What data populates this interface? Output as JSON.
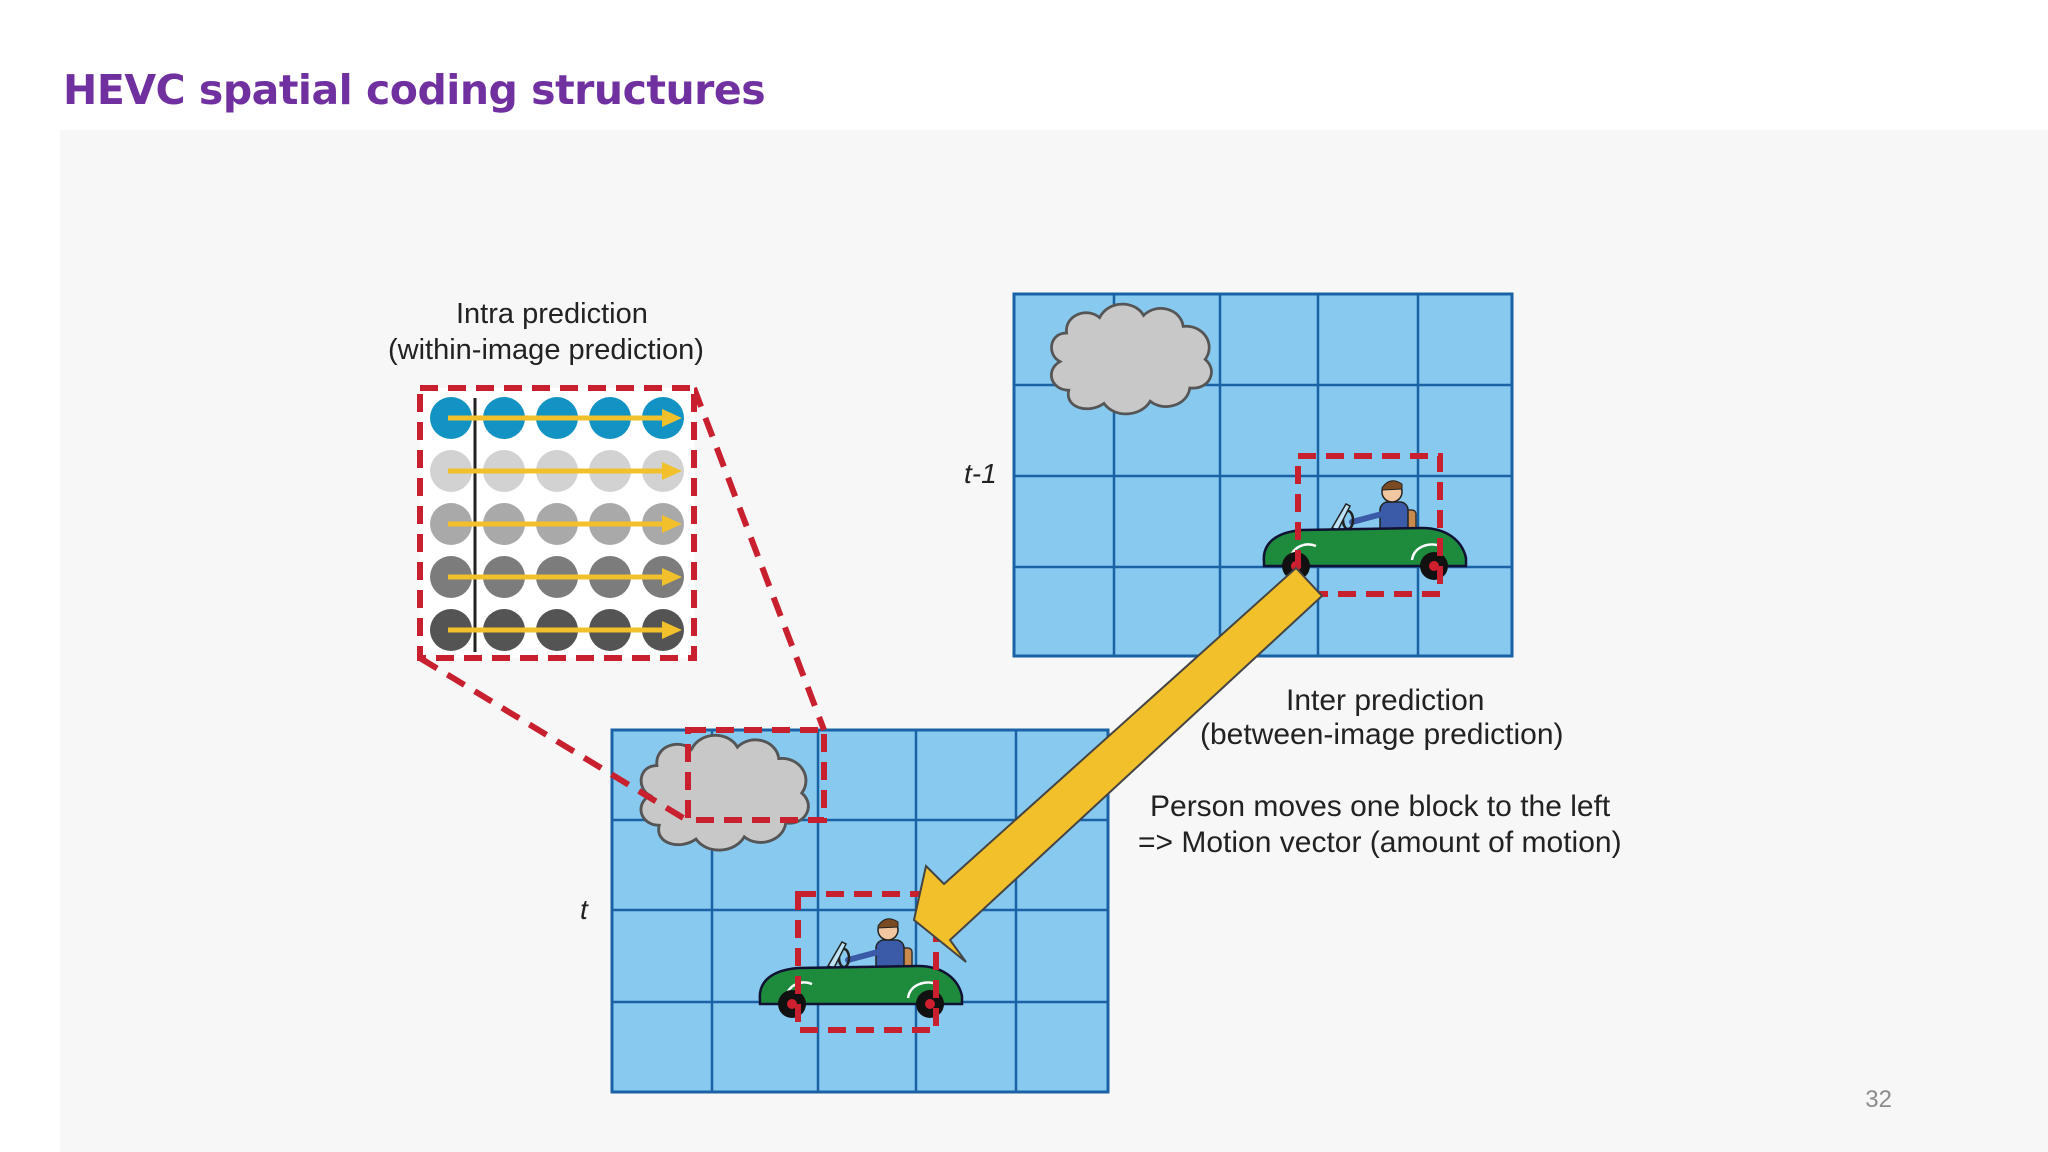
{
  "slide": {
    "title": "HEVC spatial coding structures",
    "page_number": "32"
  },
  "diagram": {
    "intra": {
      "title": "Intra prediction",
      "subtitle": "(within-image prediction)"
    },
    "inter": {
      "title": "Inter prediction",
      "subtitle": "(between-image prediction)"
    },
    "motion_note": {
      "line1": "Person moves one block to the left",
      "line2": "=> Motion vector (amount of motion)"
    },
    "frame_labels": {
      "previous": "t-1",
      "current": "t"
    },
    "colors": {
      "title": "#7030a0",
      "grid_fill": "#87c9ef",
      "grid_line": "#1a62a6",
      "dashed_box": "#c8202e",
      "arrow": "#f2c02a",
      "car": "#1e8a3c",
      "cloud": "#c8c8c8"
    },
    "intra_pixel_rows": [
      "#1293c3",
      "#d2d2d2",
      "#a9a9a9",
      "#7c7c7c",
      "#545454"
    ]
  }
}
